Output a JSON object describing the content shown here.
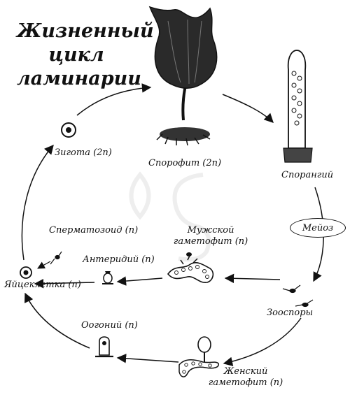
{
  "title": {
    "line1": "Жизненный",
    "line2": "цикл",
    "line3": "ламинарии"
  },
  "labels": {
    "sporophyte": "Спорофит (2n)",
    "sporangium": "Спорангий",
    "meiosis": "Мейоз",
    "zoospores": "Зооспоры",
    "female_gametophyte_1": "Женский",
    "female_gametophyte_2": "гаметофит (n)",
    "oogonium": "Оогоний (n)",
    "egg_cell": "Яйцеклетка (n)",
    "antheridium": "Антеридий (n)",
    "male_gametophyte_1": "Мужской",
    "male_gametophyte_2": "гаметофит (n)",
    "spermatozoid": "Сперматозоид (n)",
    "zygote": "Зигота (2n)"
  }
}
